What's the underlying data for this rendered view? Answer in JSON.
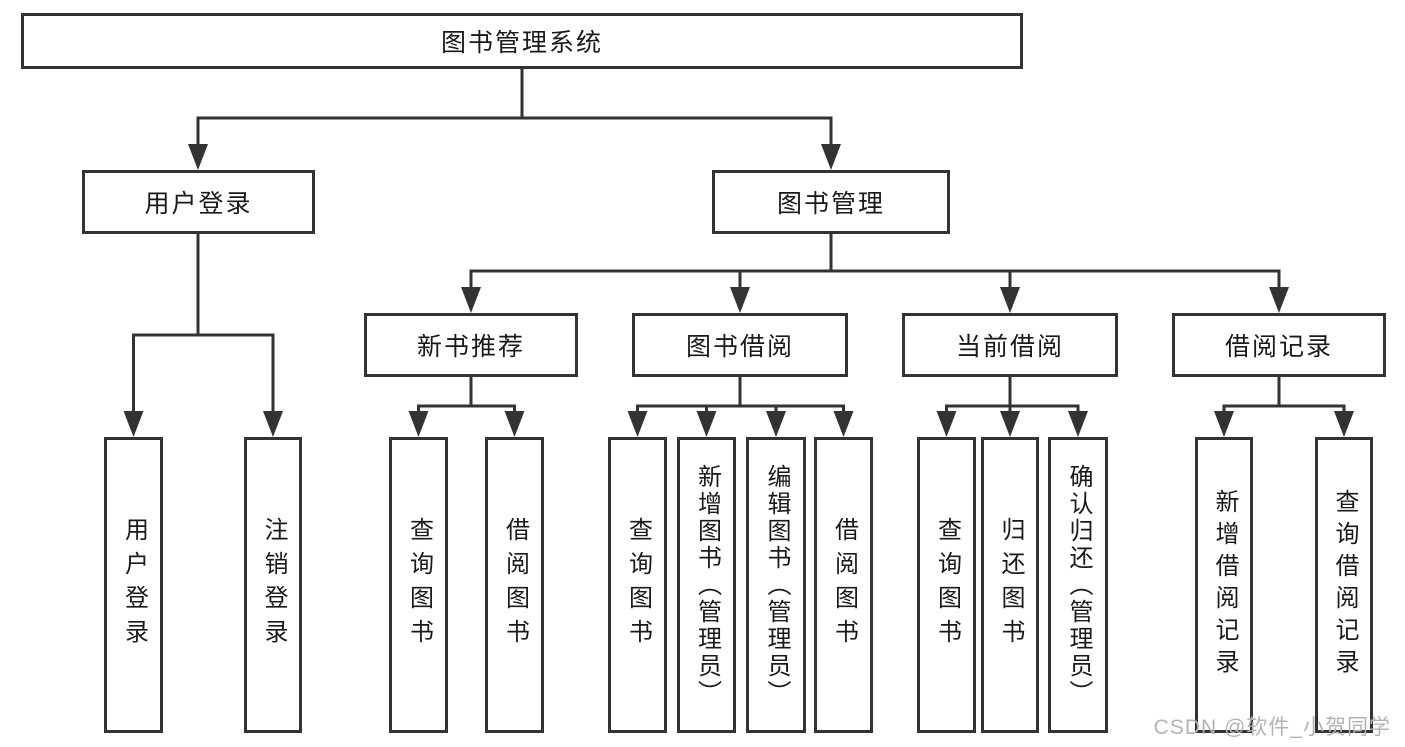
{
  "tree": {
    "root": {
      "label": "图书管理系统"
    },
    "children": [
      {
        "label": "用户登录",
        "children": [
          {
            "label": "用户登录"
          },
          {
            "label": "注销登录"
          }
        ]
      },
      {
        "label": "图书管理",
        "children": [
          {
            "label": "新书推荐",
            "children": [
              {
                "label": "查询图书"
              },
              {
                "label": "借阅图书"
              }
            ]
          },
          {
            "label": "图书借阅",
            "children": [
              {
                "label": "查询图书"
              },
              {
                "label": "新增图书（管理员）"
              },
              {
                "label": "编辑图书（管理员）"
              },
              {
                "label": "借阅图书"
              }
            ]
          },
          {
            "label": "当前借阅",
            "children": [
              {
                "label": "查询图书"
              },
              {
                "label": "归还图书"
              },
              {
                "label": "确认归还（管理员）"
              }
            ]
          },
          {
            "label": "借阅记录",
            "children": [
              {
                "label": "新增借阅记录"
              },
              {
                "label": "查询借阅记录"
              }
            ]
          }
        ]
      }
    ]
  },
  "watermark": {
    "text": "CSDN @软件_小贺同学"
  },
  "colors": {
    "line": "#333333",
    "box_border": "#333333",
    "box_fill": "#ffffff",
    "text": "#1a1a1a",
    "watermark": "#b3b3b3"
  }
}
